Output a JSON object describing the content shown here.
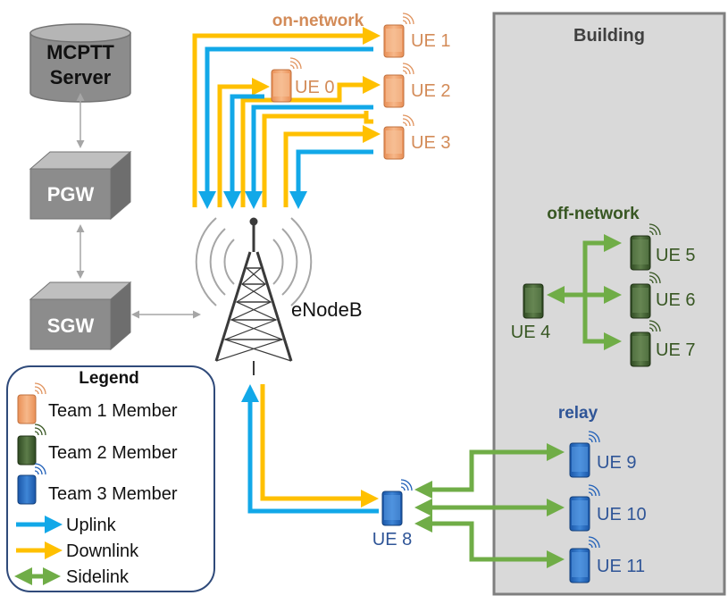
{
  "servers": {
    "mcptt": {
      "line1": "MCPTT",
      "line2": "Server"
    },
    "pgw": "PGW",
    "sgw": "SGW"
  },
  "enodeb": {
    "label": "eNodeB"
  },
  "groups": {
    "on_network": "on-network",
    "off_network": "off-network",
    "relay": "relay",
    "building": "Building"
  },
  "ues": {
    "ue0": "UE 0",
    "ue1": "UE 1",
    "ue2": "UE 2",
    "ue3": "UE 3",
    "ue4": "UE 4",
    "ue5": "UE 5",
    "ue6": "UE 6",
    "ue7": "UE 7",
    "ue8": "UE 8",
    "ue9": "UE 9",
    "ue10": "UE 10",
    "ue11": "UE 11"
  },
  "legend": {
    "title": "Legend",
    "team1": "Team 1 Member",
    "team2": "Team 2 Member",
    "team3": "Team 3 Member",
    "uplink": "Uplink",
    "downlink": "Downlink",
    "sidelink": "Sidelink"
  },
  "colors": {
    "team1": "#e0935e",
    "team1_text": "#d38b58",
    "team2": "#3a5a2a",
    "team2_text": "#385723",
    "team3": "#1f5fb8",
    "team3_text": "#2f5597",
    "uplink": "#12a8e8",
    "downlink": "#ffc000",
    "sidelink": "#70ad47",
    "server_gray": "#8c8c8c",
    "building_bg": "#d9d9d9",
    "building_border": "#7f7f7f"
  }
}
